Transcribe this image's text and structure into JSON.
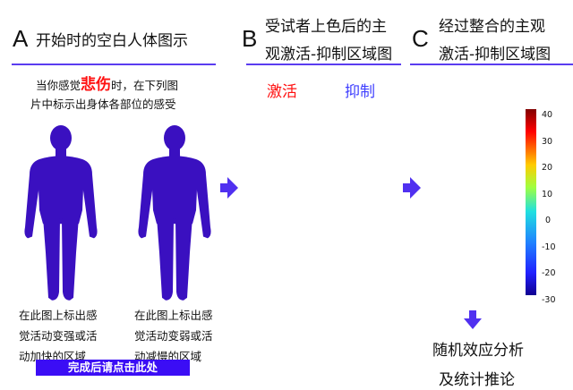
{
  "panel_a": {
    "letter": "A",
    "title": "开始时的空白人体图示",
    "instruction_pre": "当你感觉",
    "emotion": "悲伤",
    "instruction_post": "时，在下列图",
    "instruction_line2": "片中标示出身体各部位的感受",
    "left_caption": [
      "在此图上标出感",
      "觉活动变强或活",
      "动加快的区域"
    ],
    "right_caption": [
      "在此图上标出感",
      "觉活动变弱或活",
      "动减慢的区域"
    ],
    "done_button": "完成后请点击此处"
  },
  "panel_b": {
    "letter": "B",
    "title_line1": "受试者上色后的主",
    "title_line2": "观激活-抑制区域图",
    "activation_label": "激活",
    "inhibition_label": "抑制"
  },
  "panel_c": {
    "letter": "C",
    "title_line1": "经过整合的主观",
    "title_line2": "激活-抑制区域图",
    "colorbar_ticks": [
      "40",
      "30",
      "20",
      "10",
      "0",
      "-10",
      "-20",
      "-30"
    ],
    "result_line1": "随机效应分析",
    "result_line2": "及统计推论"
  },
  "colors": {
    "body": "#3a10c0",
    "rule": "#5a3cf0",
    "arrow": "#5030f0",
    "emotion": "#ff1010",
    "activation": "#ff1010",
    "inhibition": "#4040ff",
    "button": "#3b0df5"
  }
}
